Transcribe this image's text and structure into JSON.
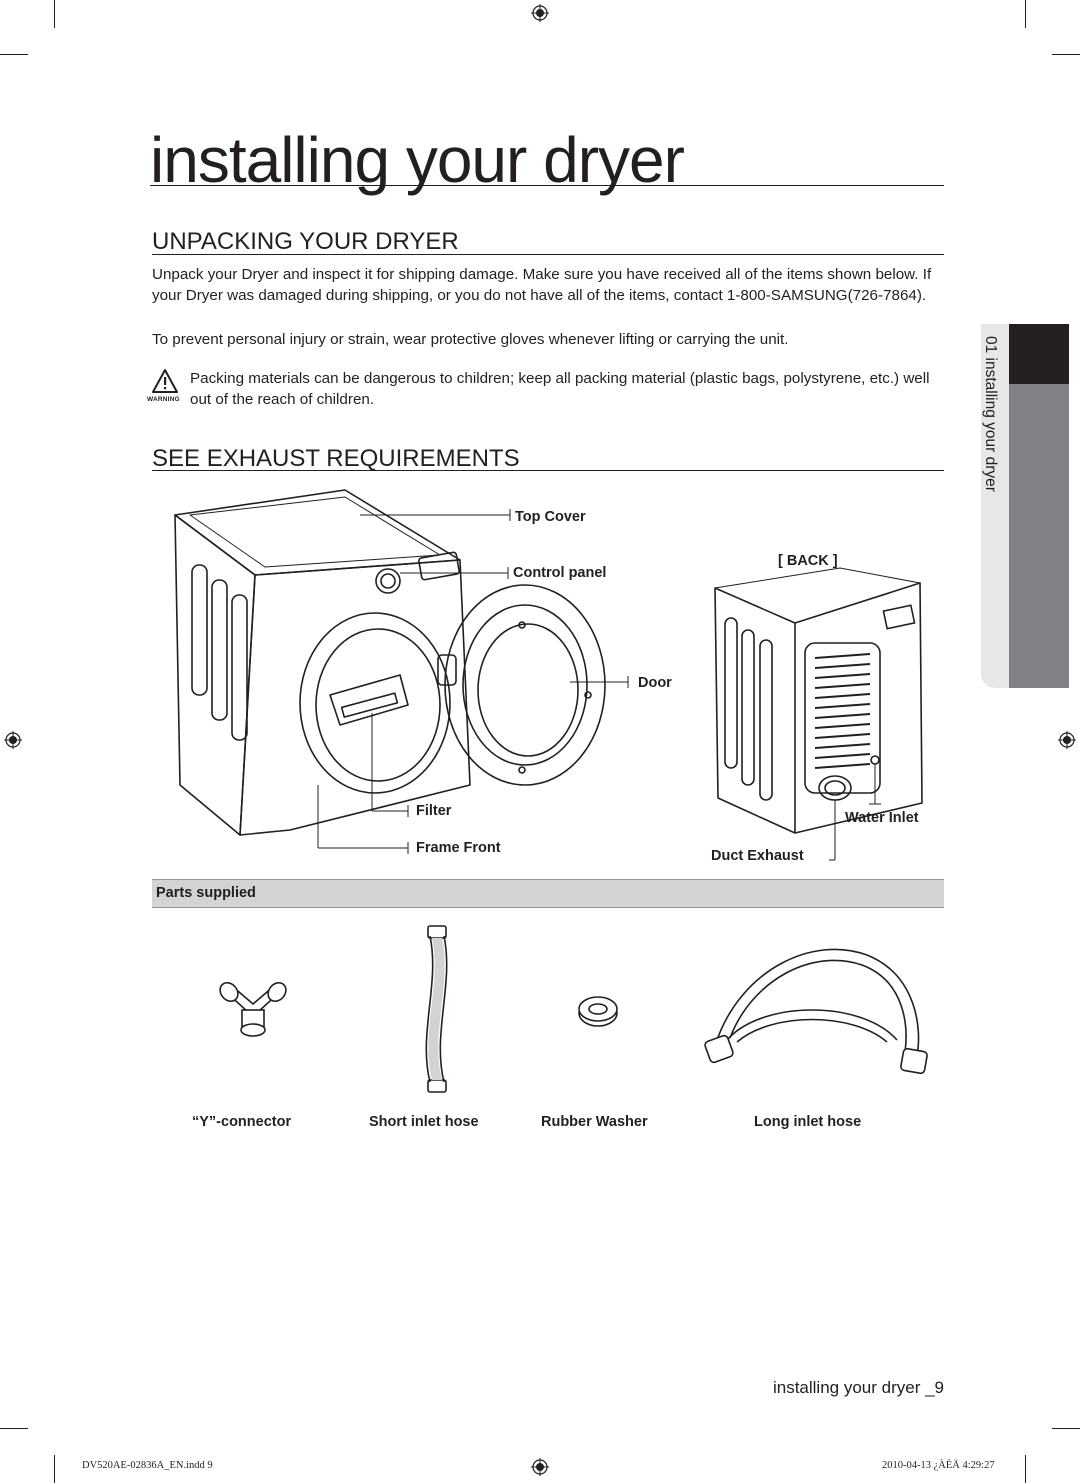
{
  "page": {
    "title": "installing your dryer"
  },
  "unpacking": {
    "heading": "UNPACKING YOUR DRYER",
    "paragraph1": "Unpack your Dryer and inspect it for shipping damage. Make sure you have received all of the items shown below. If your Dryer was damaged during shipping, or you do not have all of the items, contact 1-800-SAMSUNG(726-7864).",
    "paragraph2": "To prevent personal injury or strain, wear protective gloves whenever lifting or carrying the unit.",
    "warning_label": "WARNING",
    "warning_text": "Packing materials can be dangerous to children; keep all packing material (plastic bags, polystyrene, etc.) well out of the reach of children."
  },
  "exhaust": {
    "heading": "SEE EXHAUST REQUIREMENTS",
    "front_labels": {
      "top_cover": "Top Cover",
      "control_panel": "Control panel",
      "door": "Door",
      "filter": "Filter",
      "frame_front": "Frame Front"
    },
    "back_title": "[ BACK ]",
    "back_labels": {
      "water_inlet": "Water Inlet",
      "duct_exhaust": "Duct Exhaust"
    }
  },
  "parts": {
    "heading": "Parts supplied",
    "items": [
      {
        "label": "“Y”-connector",
        "icon": "y-connector-icon"
      },
      {
        "label": "Short inlet hose",
        "icon": "short-hose-icon"
      },
      {
        "label": "Rubber Washer",
        "icon": "rubber-washer-icon"
      },
      {
        "label": "Long inlet hose",
        "icon": "long-hose-icon"
      }
    ]
  },
  "side_tab": {
    "text": "01 installing your dryer"
  },
  "footer": {
    "page_label": "installing your dryer _9",
    "slug_left": "DV520AE-02836A_EN.indd   9",
    "slug_right": "2010-04-13   ¿ÀÈÄ 4:29:27"
  },
  "colors": {
    "ink": "#231f20",
    "tab_gray": "#808184",
    "tab_light": "#e6e7e8",
    "bar_gray": "#d1d3d4"
  }
}
